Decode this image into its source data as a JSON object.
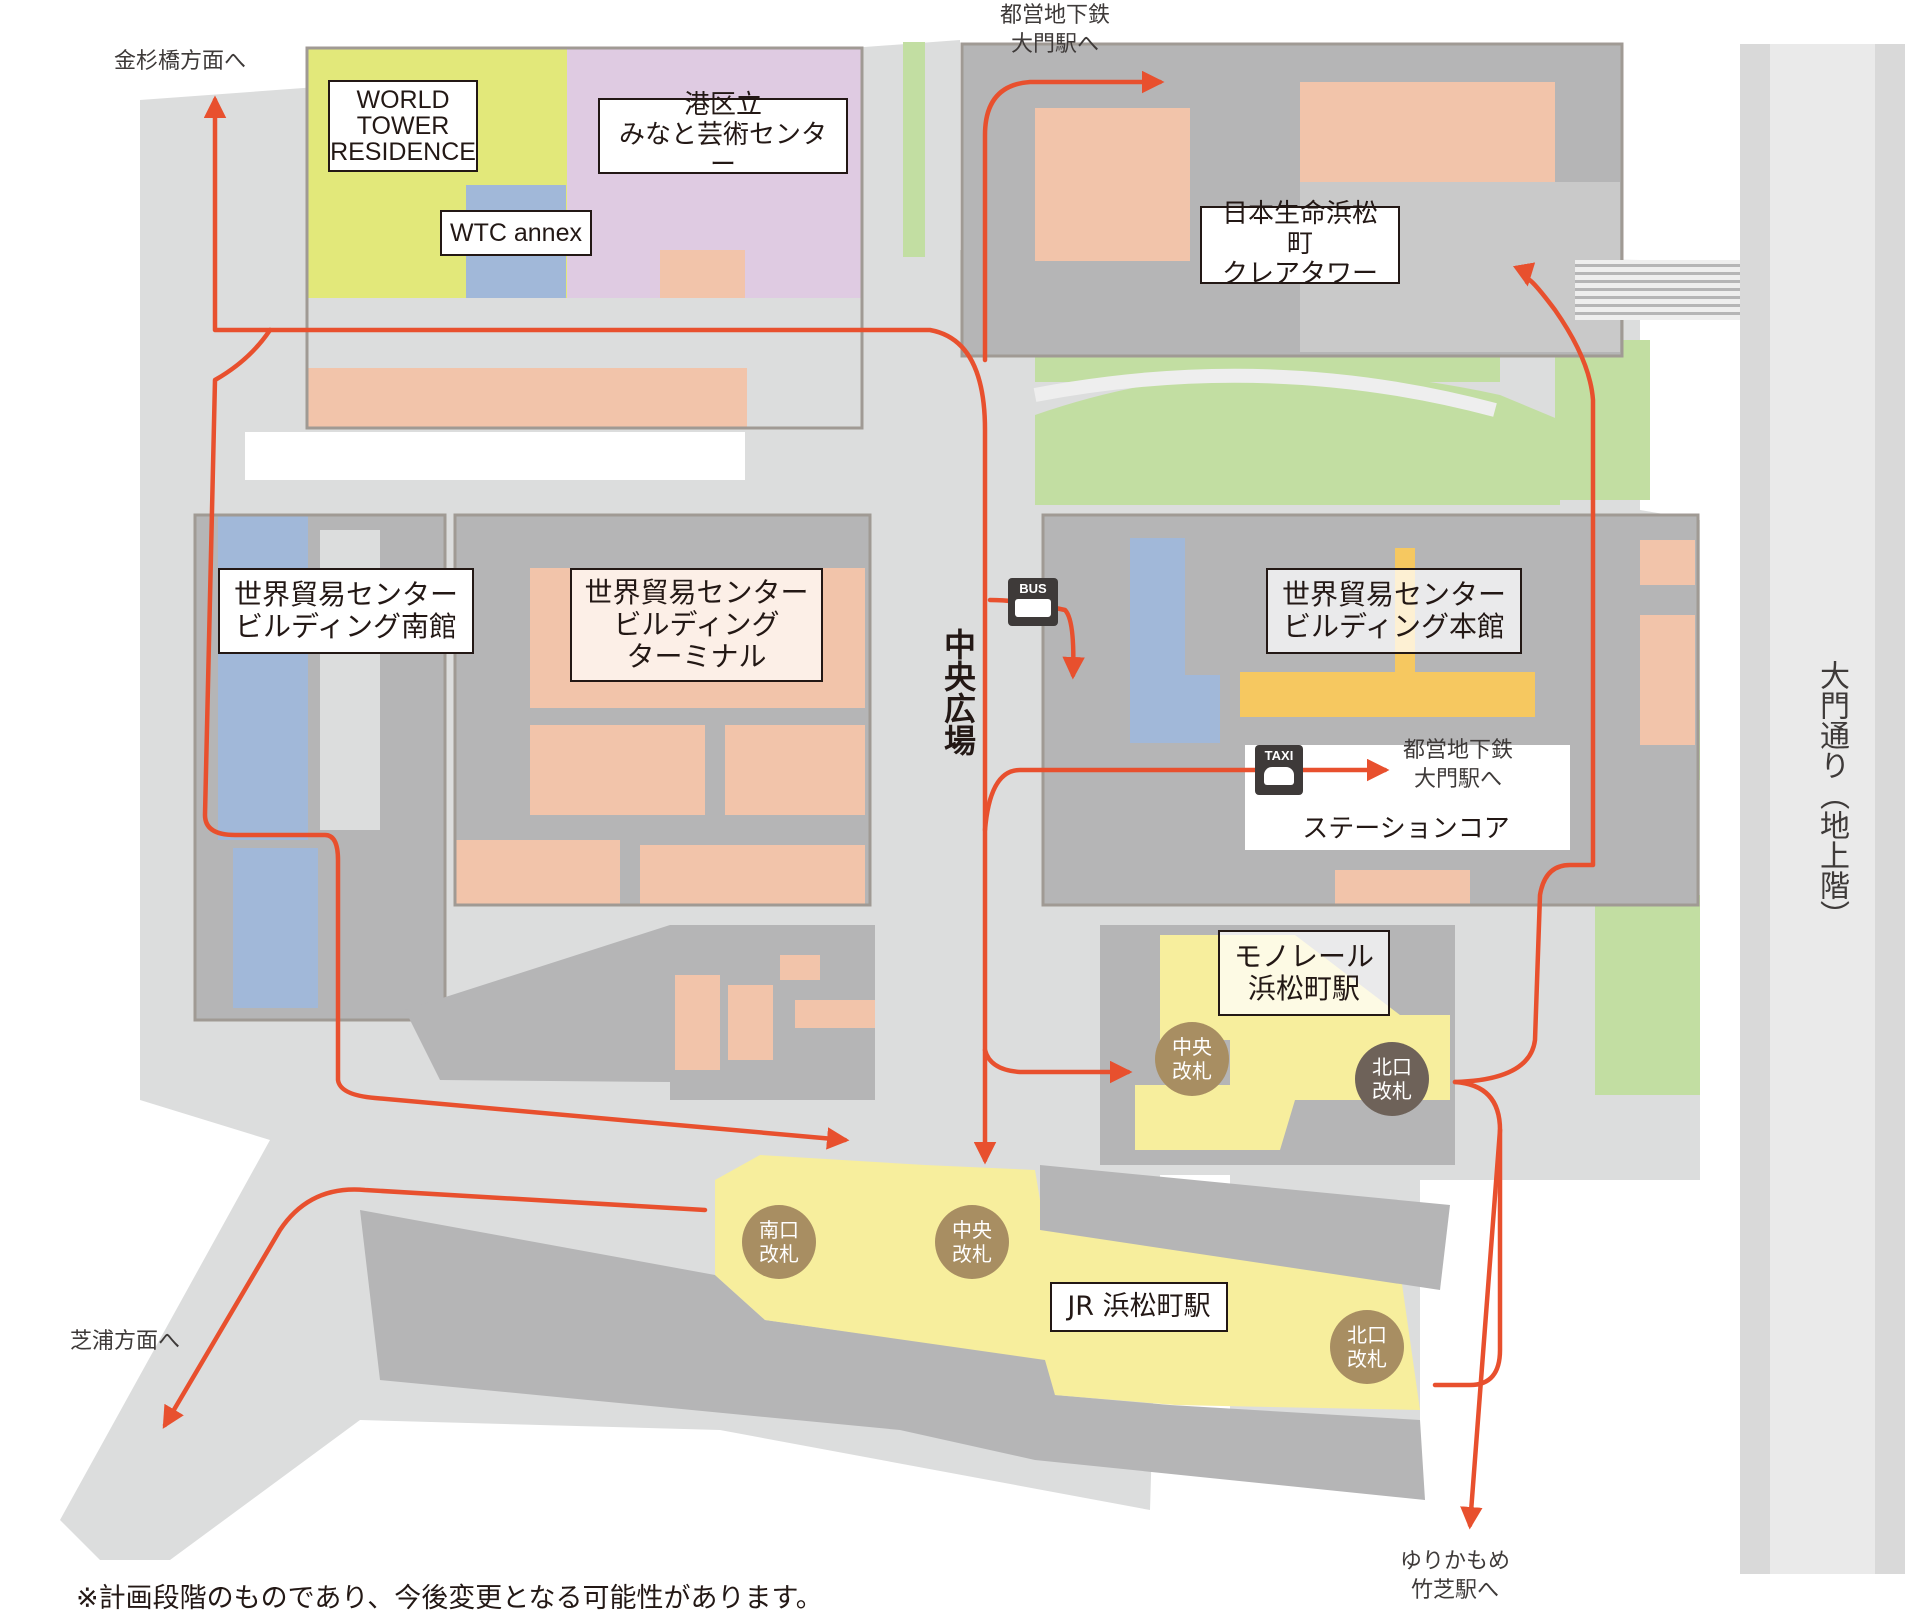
{
  "buildings": {
    "world_tower": "WORLD\nTOWER\nRESIDENCE",
    "minato_art": "港区立\nみなと芸術センター",
    "wtc_annex": "WTC annex",
    "nissay": "日本生命浜松町\nクレアタワー",
    "wtc_south": "世界貿易センター\nビルディング南館",
    "wtc_terminal": "世界貿易センター\nビルディング\nターミナル",
    "wtc_main": "世界貿易センター\nビルディング本館",
    "monorail": "モノレール\n浜松町駅",
    "jr": "JR 浜松町駅"
  },
  "directions": {
    "kanasugi": "金杉橋方面へ",
    "daimon_top": "都営地下鉄\n大門駅へ",
    "daimon_mid": "都営地下鉄\n大門駅へ",
    "shibaura": "芝浦方面へ",
    "yurikamome": "ゆりかもめ\n竹芝駅へ"
  },
  "plaza": "中央広場",
  "road": "大門通り（地上階）",
  "station_core": "ステーションコア",
  "gates": {
    "mono_center": "中央\n改札",
    "mono_north": "北口\n改札",
    "jr_south": "南口\n改札",
    "jr_center": "中央\n改札",
    "jr_north": "北口\n改札"
  },
  "icons": {
    "bus": "BUS",
    "taxi": "TAXI"
  },
  "note": "※計画段階のものであり、今後変更となる可能性があります。",
  "colors": {
    "route": "#e8502e",
    "gray_area": "#dcdddd",
    "building": "#b5b5b6",
    "salmon": "#f2c4aa",
    "blue": "#a1b8d9",
    "yellow_green": "#e2e87a",
    "lavender": "#dfcbe2",
    "green": "#c2dea2",
    "station_yellow": "#f7ee9d",
    "amber": "#f6c860",
    "gate": "#a88e62"
  }
}
